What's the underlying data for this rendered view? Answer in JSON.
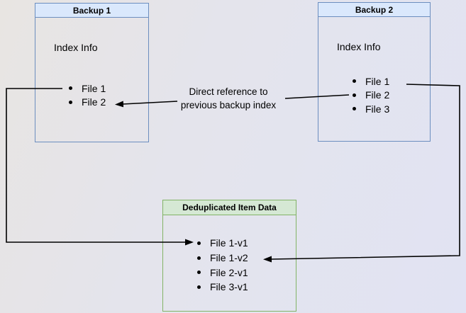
{
  "backup1": {
    "title": "Backup 1",
    "index_label": "Index Info",
    "files": [
      "File 1",
      "File 2"
    ]
  },
  "backup2": {
    "title": "Backup 2",
    "index_label": "Index Info",
    "files": [
      "File 1",
      "File 2",
      "File 3"
    ]
  },
  "dedup": {
    "title": "Deduplicated Item Data",
    "items": [
      "File 1-v1",
      "File 1-v2",
      "File 2-v1",
      "File 3-v1"
    ]
  },
  "annotation": {
    "text": "Direct reference to\nprevious backup index"
  },
  "colors": {
    "blue_fill": "#dae8fc",
    "blue_border": "#6c8ebf",
    "green_fill": "#d5e8d4",
    "green_border": "#82b366",
    "arrow": "#000000",
    "background_left": "#e8e5e2",
    "background_right": "#e1e3f3"
  }
}
